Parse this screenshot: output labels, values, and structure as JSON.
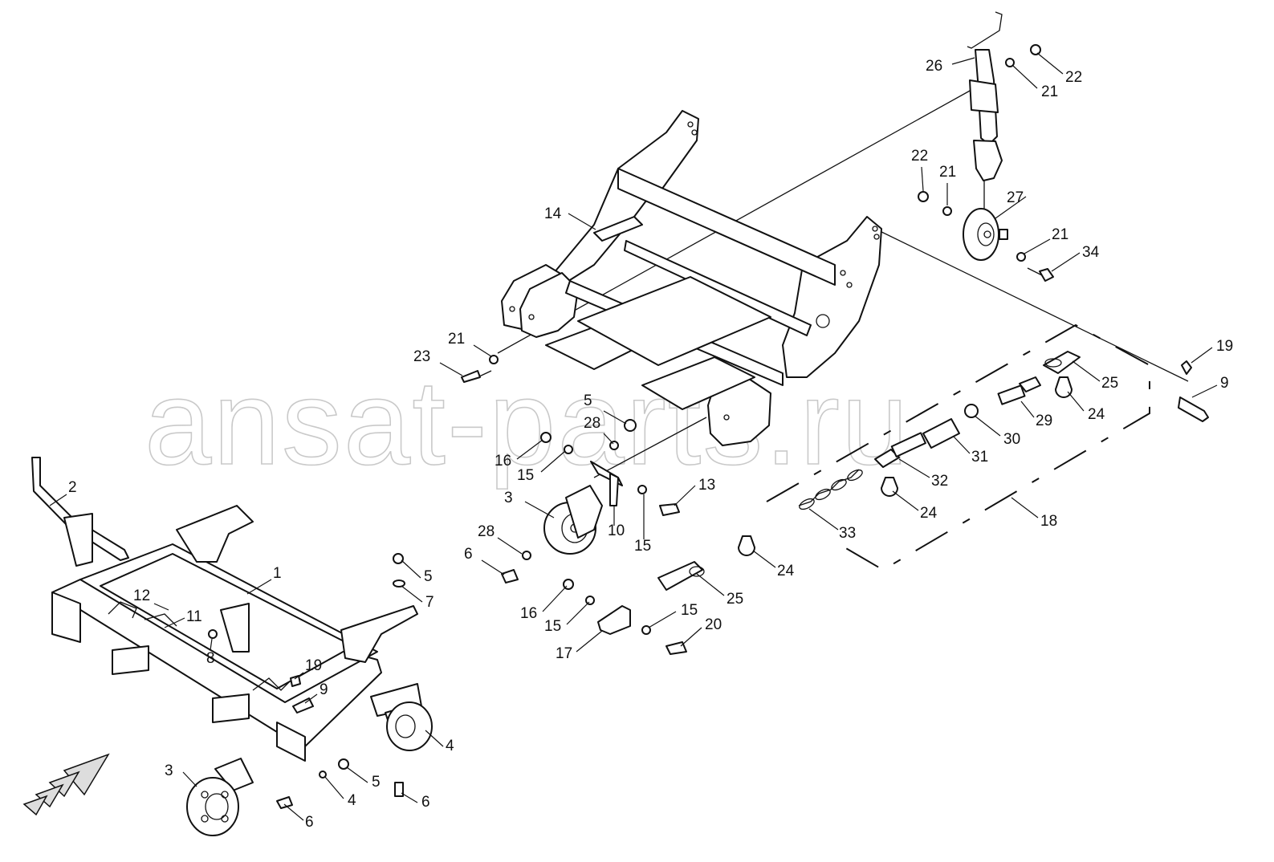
{
  "watermark": "ansat-parts.ru",
  "callouts": [
    {
      "id": "c-26",
      "text": "26"
    },
    {
      "id": "c-22a",
      "text": "22"
    },
    {
      "id": "c-21a",
      "text": "21"
    },
    {
      "id": "c-22b",
      "text": "22"
    },
    {
      "id": "c-21b",
      "text": "21"
    },
    {
      "id": "c-27",
      "text": "27"
    },
    {
      "id": "c-21c",
      "text": "21"
    },
    {
      "id": "c-34",
      "text": "34"
    },
    {
      "id": "c-14",
      "text": "14"
    },
    {
      "id": "c-21d",
      "text": "21"
    },
    {
      "id": "c-23",
      "text": "23"
    },
    {
      "id": "c-19a",
      "text": "19"
    },
    {
      "id": "c-9a",
      "text": "9"
    },
    {
      "id": "c-25a",
      "text": "25"
    },
    {
      "id": "c-24a",
      "text": "24"
    },
    {
      "id": "c-29",
      "text": "29"
    },
    {
      "id": "c-30",
      "text": "30"
    },
    {
      "id": "c-31",
      "text": "31"
    },
    {
      "id": "c-32",
      "text": "32"
    },
    {
      "id": "c-24b",
      "text": "24"
    },
    {
      "id": "c-33",
      "text": "33"
    },
    {
      "id": "c-18",
      "text": "18"
    },
    {
      "id": "c-24c",
      "text": "24"
    },
    {
      "id": "c-5a",
      "text": "5"
    },
    {
      "id": "c-28a",
      "text": "28"
    },
    {
      "id": "c-16a",
      "text": "16"
    },
    {
      "id": "c-15a",
      "text": "15"
    },
    {
      "id": "c-13",
      "text": "13"
    },
    {
      "id": "c-3a",
      "text": "3"
    },
    {
      "id": "c-10",
      "text": "10"
    },
    {
      "id": "c-15b",
      "text": "15"
    },
    {
      "id": "c-28b",
      "text": "28"
    },
    {
      "id": "c-6a",
      "text": "6"
    },
    {
      "id": "c-25b",
      "text": "25"
    },
    {
      "id": "c-16b",
      "text": "16"
    },
    {
      "id": "c-15c",
      "text": "15"
    },
    {
      "id": "c-15d",
      "text": "15"
    },
    {
      "id": "c-17",
      "text": "17"
    },
    {
      "id": "c-20",
      "text": "20"
    },
    {
      "id": "c-2",
      "text": "2"
    },
    {
      "id": "c-1",
      "text": "1"
    },
    {
      "id": "c-5b",
      "text": "5"
    },
    {
      "id": "c-7",
      "text": "7"
    },
    {
      "id": "c-12",
      "text": "12"
    },
    {
      "id": "c-11",
      "text": "11"
    },
    {
      "id": "c-8",
      "text": "8"
    },
    {
      "id": "c-19b",
      "text": "19"
    },
    {
      "id": "c-9b",
      "text": "9"
    },
    {
      "id": "c-4a",
      "text": "4"
    },
    {
      "id": "c-3b",
      "text": "3"
    },
    {
      "id": "c-5c",
      "text": "5"
    },
    {
      "id": "c-4b",
      "text": "4"
    },
    {
      "id": "c-6b",
      "text": "6"
    },
    {
      "id": "c-6c",
      "text": "6"
    }
  ]
}
